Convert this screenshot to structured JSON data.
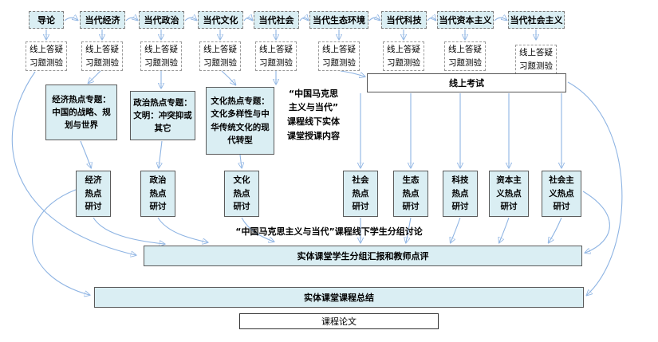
{
  "diagram": {
    "topics": [
      "导论",
      "当代经济",
      "当代政治",
      "当代文化",
      "当代社会",
      "当代生态环境",
      "当代科技",
      "当代资本主义",
      "当代社会主义"
    ],
    "quizzes": [
      "线上答疑\n习题测验",
      "线上答疑\n习题测验",
      "线上答疑\n习题测验",
      "线上答疑\n习题测验",
      "线上答疑\n习题测验",
      "线上答疑\n习题测验",
      "线上答疑\n习题测验",
      "线上答疑\n习题测验",
      "线上答疑\n习题测验"
    ],
    "specials": [
      "经济热点专题：\n中国的战略、规\n划与世界",
      "政治热点专题：\n文明：冲突抑或\n其它",
      "文化热点专题：\n文化多样性与中\n华传统文化的现\n代转型"
    ],
    "offline_note": "“中国马克思\n主义与当代”\n课程线下实体\n课堂授课内容",
    "online_exam": "线上考试",
    "discussions": [
      "经济\n热点\n研讨",
      "政治\n热点\n研讨",
      "文化\n热点\n研讨",
      "社会\n热点\n研讨",
      "生态\n热点\n研讨",
      "科技\n热点\n研讨",
      "资本主\n义热点\n研讨",
      "社会主\n义热点\n研讨"
    ],
    "group_note": "“中国马克思主义与当代”课程线下学生分组讨论",
    "report_box": "实体课堂学生分组汇报和教师点评",
    "summary_box": "实体课堂课程总结",
    "paper_box": "课程论文",
    "colors": {
      "box_fill": "#daeef3",
      "arrow": "#8eb4e3"
    }
  }
}
